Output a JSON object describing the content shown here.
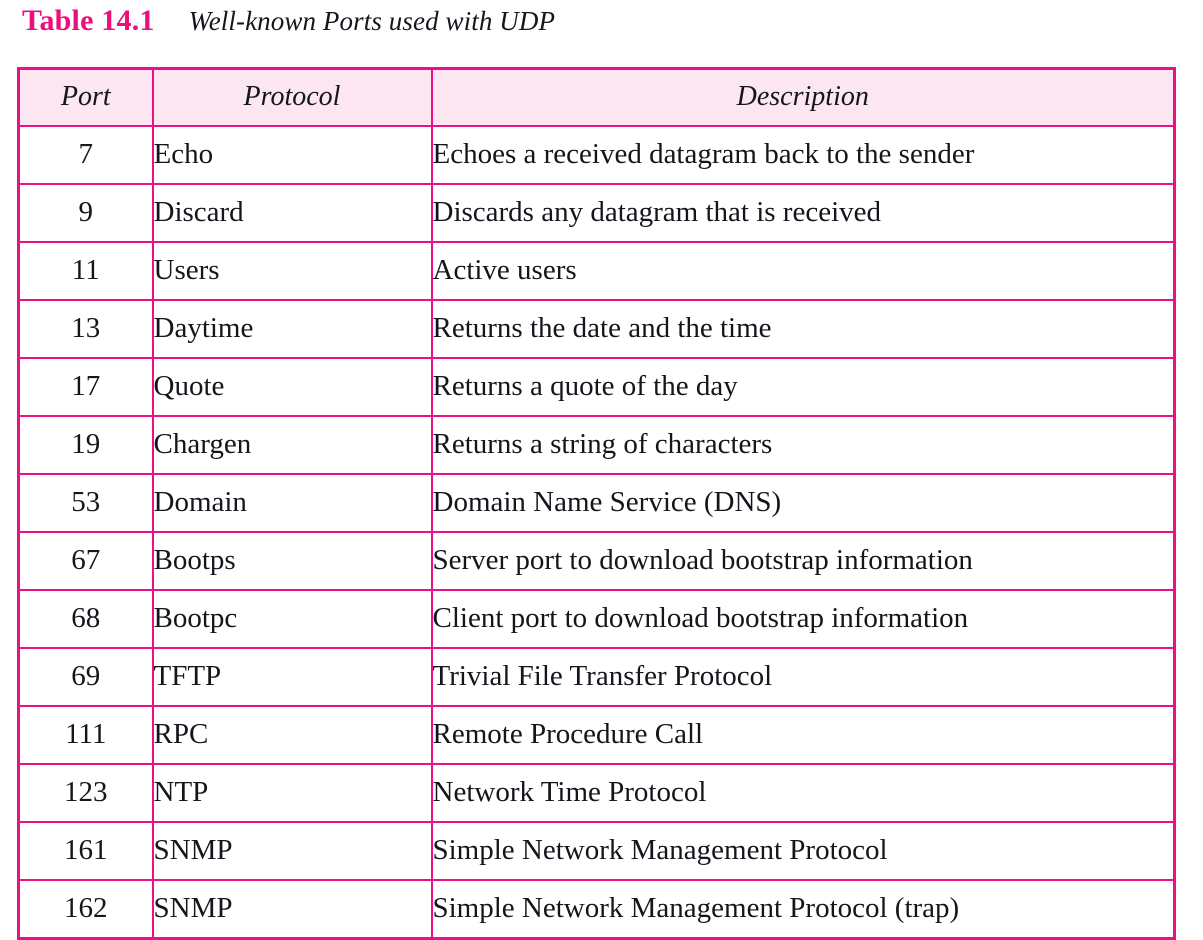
{
  "caption": {
    "label": "Table 14.1",
    "text": "Well-known Ports used with UDP"
  },
  "colors": {
    "border": "#ec0f86",
    "header_background": "#fce7f1",
    "caption_label": "#ec0e7b",
    "body_text": "#15151c",
    "page_background": "#ffffff"
  },
  "table": {
    "columns": [
      "Port",
      "Protocol",
      "Description"
    ],
    "rows": [
      {
        "port": "7",
        "protocol": "Echo",
        "description": "Echoes a received datagram back to the sender"
      },
      {
        "port": "9",
        "protocol": "Discard",
        "description": "Discards any datagram that is received"
      },
      {
        "port": "11",
        "protocol": "Users",
        "description": "Active users"
      },
      {
        "port": "13",
        "protocol": "Daytime",
        "description": "Returns the date and the time"
      },
      {
        "port": "17",
        "protocol": "Quote",
        "description": "Returns a quote of the day"
      },
      {
        "port": "19",
        "protocol": "Chargen",
        "description": "Returns a string of characters"
      },
      {
        "port": "53",
        "protocol": "Domain",
        "description": "Domain Name Service (DNS)"
      },
      {
        "port": "67",
        "protocol": "Bootps",
        "description": "Server port to download bootstrap information"
      },
      {
        "port": "68",
        "protocol": "Bootpc",
        "description": "Client port to download bootstrap information"
      },
      {
        "port": "69",
        "protocol": "TFTP",
        "description": "Trivial File Transfer Protocol"
      },
      {
        "port": "111",
        "protocol": "RPC",
        "description": "Remote Procedure Call"
      },
      {
        "port": "123",
        "protocol": "NTP",
        "description": "Network Time Protocol"
      },
      {
        "port": "161",
        "protocol": "SNMP",
        "description": "Simple Network Management Protocol"
      },
      {
        "port": "162",
        "protocol": "SNMP",
        "description": "Simple Network Management Protocol (trap)"
      }
    ]
  }
}
